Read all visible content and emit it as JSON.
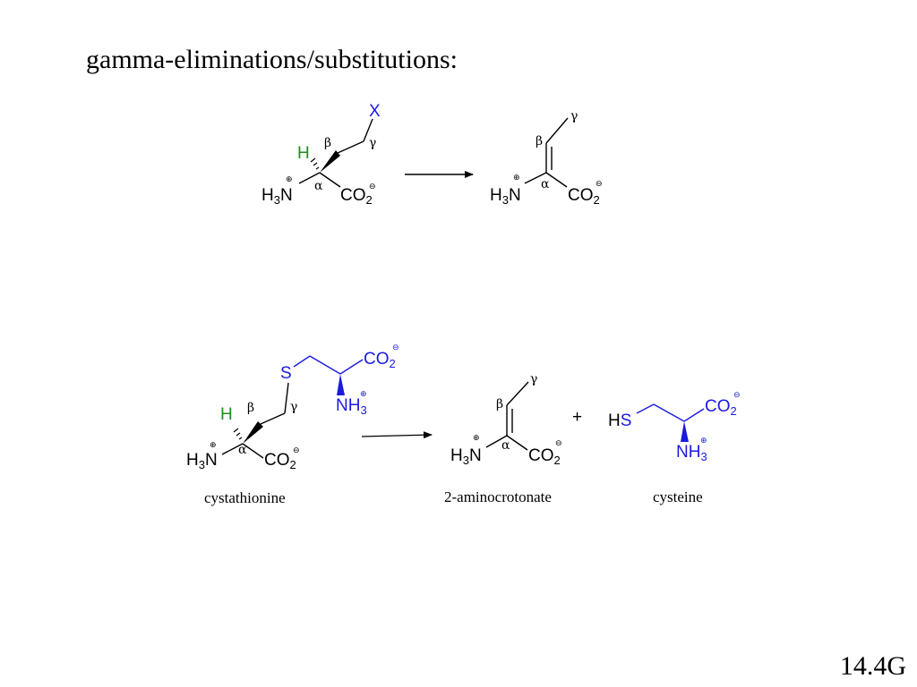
{
  "slide": {
    "title": "gamma-eliminations/substitutions:",
    "number": "14.4G"
  },
  "labels": {
    "X": "X",
    "H": "H",
    "S": "S",
    "HS_H": "H",
    "plus": "+",
    "N": "N",
    "NH": "NH",
    "CO": "CO",
    "three": "3",
    "two": "2",
    "alpha": "α",
    "beta": "β",
    "gamma": "γ",
    "plus_charge": "⊕",
    "minus_charge": "⊖"
  },
  "captions": {
    "cystathionine": "cystathionine",
    "aminocrotonate": "2-aminocrotonate",
    "cysteine": "cysteine"
  },
  "colors": {
    "black": "#000000",
    "blue": "#1a1adf",
    "green": "#1e8c1e"
  }
}
